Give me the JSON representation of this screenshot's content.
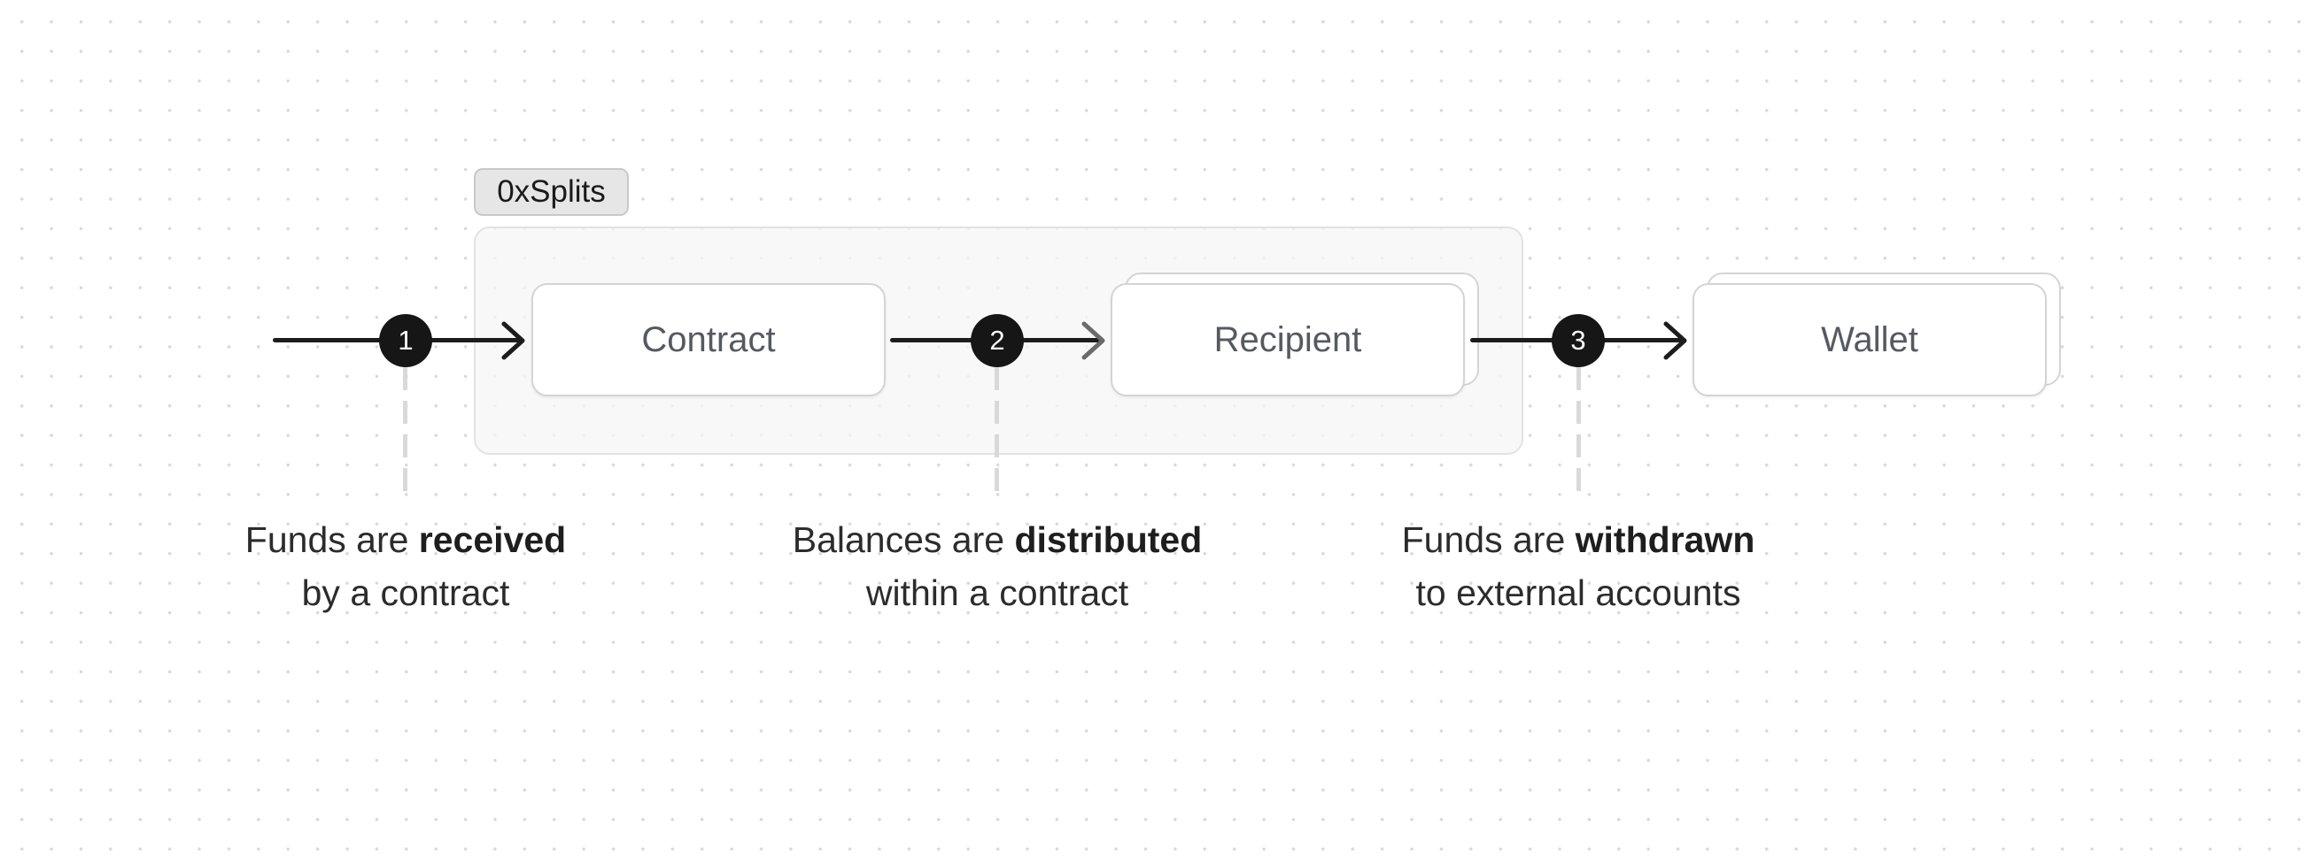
{
  "group": {
    "label": "0xSplits"
  },
  "nodes": {
    "contract": "Contract",
    "recipient": "Recipient",
    "wallet": "Wallet"
  },
  "steps": [
    {
      "number": "1",
      "text_before": "Funds are ",
      "bold": "received",
      "line2": "by a contract"
    },
    {
      "number": "2",
      "text_before": "Balances are ",
      "bold": "distributed",
      "line2": "within a contract"
    },
    {
      "number": "3",
      "text_before": "Funds are ",
      "bold": "withdrawn",
      "line2": "to external accounts"
    }
  ],
  "colors": {
    "badge": "#161616",
    "arrow": "#1c1c1c",
    "arrow_muted": "#6b6b6b",
    "group_tag": "#e6e6e6",
    "dash": "#d9d9d9"
  }
}
